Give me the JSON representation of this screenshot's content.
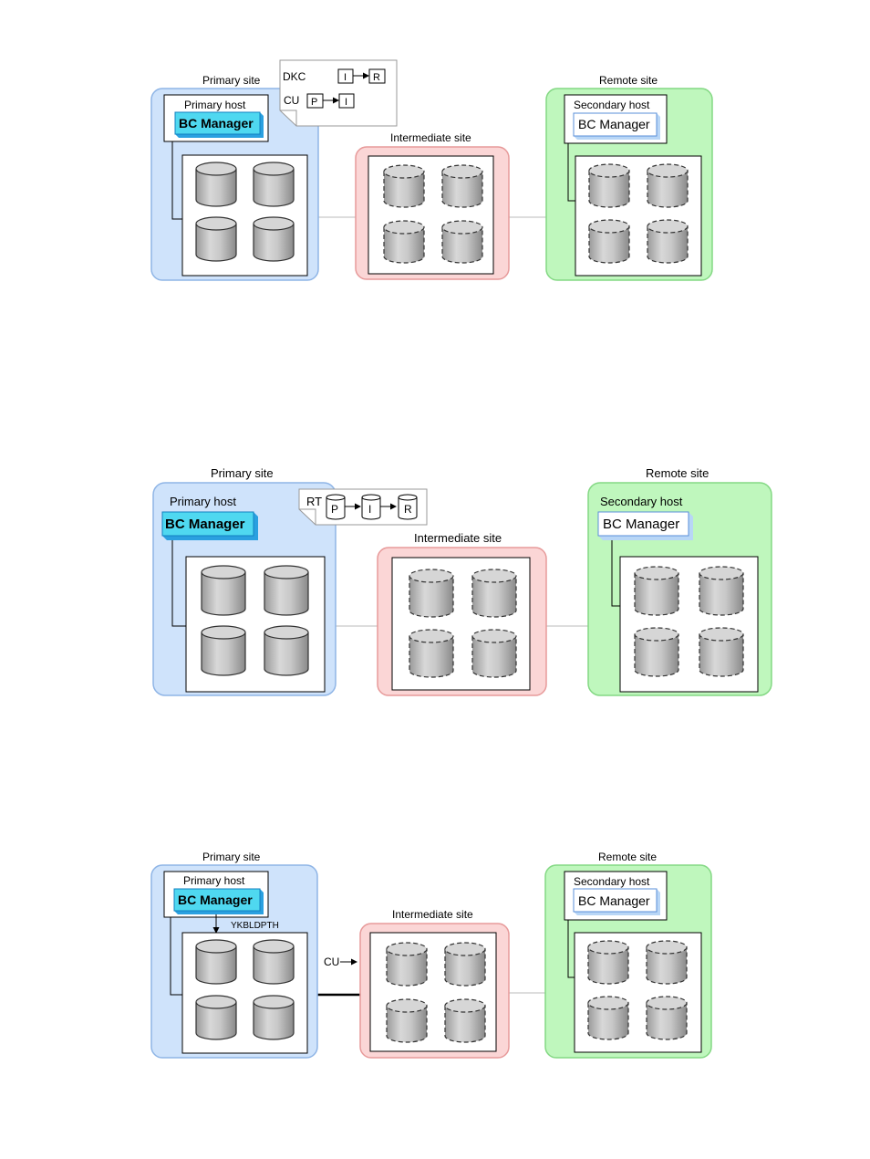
{
  "colors": {
    "primary_site_fill": "#cfe3fb",
    "primary_site_stroke": "#8fb5e6",
    "intermediate_site_fill": "#fbd6d6",
    "intermediate_site_stroke": "#e79a9a",
    "remote_site_fill": "#bff7bd",
    "remote_site_stroke": "#84d884",
    "bc_active_fill": "#4fd8f0",
    "bc_active_side": "#2aa0e0",
    "bc_inactive_fill": "#ffffff",
    "bc_inactive_side": "#b8d6f6",
    "disk_fill": "#bdbdbd",
    "disk_stroke": "#444444"
  },
  "diagram1": {
    "primary_site_label": "Primary site",
    "primary_host_label": "Primary host",
    "primary_bc_label": "BC Manager",
    "intermediate_site_label": "Intermediate site",
    "remote_site_label": "Remote site",
    "secondary_host_label": "Secondary host",
    "secondary_bc_label": "BC Manager",
    "note": {
      "dkc_label": "DKC",
      "dkc_from": "I",
      "dkc_to": "R",
      "cu_label": "CU",
      "cu_from": "P",
      "cu_to": "I"
    }
  },
  "diagram2": {
    "primary_site_label": "Primary site",
    "primary_host_label": "Primary host",
    "primary_bc_label": "BC Manager",
    "intermediate_site_label": "Intermediate site",
    "remote_site_label": "Remote site",
    "secondary_host_label": "Secondary host",
    "secondary_bc_label": "BC Manager",
    "note": {
      "rt_label": "RT",
      "p": "P",
      "i": "I",
      "r": "R"
    }
  },
  "diagram3": {
    "primary_site_label": "Primary site",
    "primary_host_label": "Primary host",
    "primary_bc_label": "BC Manager",
    "command_label": "YKBLDPTH",
    "cu_label": "CU",
    "intermediate_site_label": "Intermediate site",
    "remote_site_label": "Remote site",
    "secondary_host_label": "Secondary host",
    "secondary_bc_label": "BC Manager"
  }
}
